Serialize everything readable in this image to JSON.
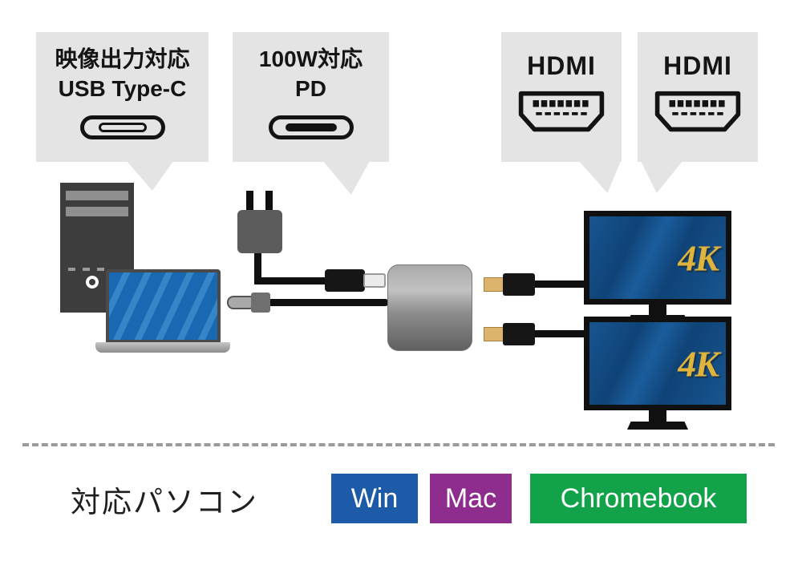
{
  "callouts": {
    "usbc_video": {
      "line1": "映像出力対応",
      "line2": "USB Type-C"
    },
    "pd": {
      "line1": "100W対応",
      "line2": "PD"
    },
    "hdmi_left": {
      "label": "HDMI"
    },
    "hdmi_right": {
      "label": "HDMI"
    }
  },
  "diagram": {
    "monitors": [
      {
        "label": "4K"
      },
      {
        "label": "4K"
      }
    ]
  },
  "footer": {
    "label": "対応パソコン",
    "badges": [
      {
        "label": "Win",
        "color": "#1d5aa7"
      },
      {
        "label": "Mac",
        "color": "#8e2d8e"
      },
      {
        "label": "Chromebook",
        "color": "#12a24a"
      }
    ]
  },
  "colors": {
    "callout_bg": "#e4e4e4",
    "monitor_screen_blue": "#10477c",
    "label_4k_gold": "#dfb33c"
  }
}
